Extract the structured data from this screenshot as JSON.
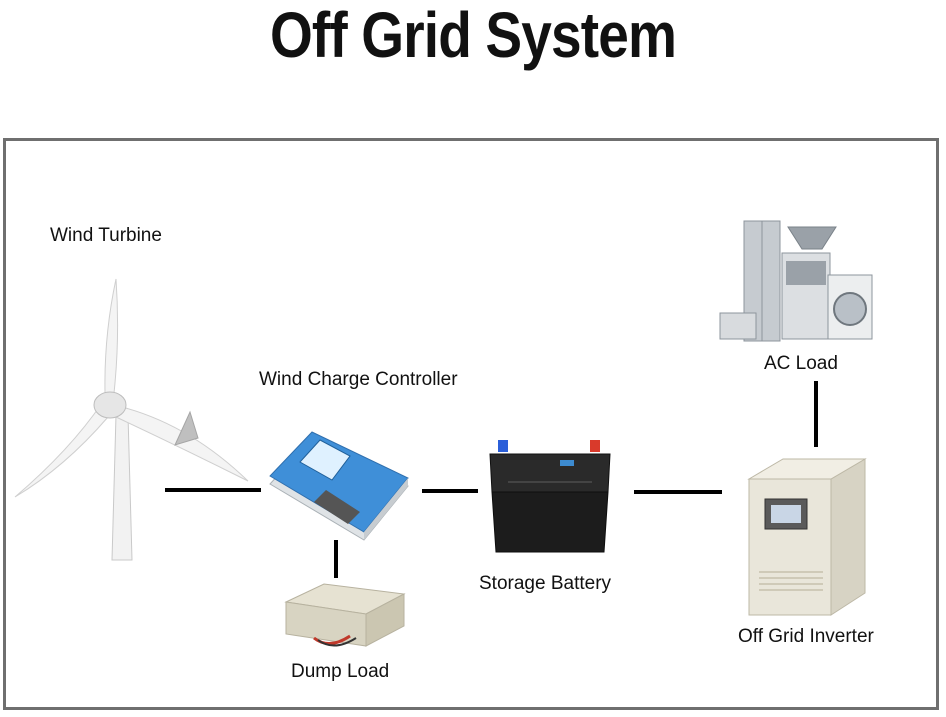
{
  "title": "Off Grid System",
  "nodes": {
    "wind_turbine": "Wind Turbine",
    "wind_charge_controller": "Wind Charge Controller",
    "dump_load": "Dump Load",
    "storage_battery": "Storage Battery",
    "off_grid_inverter": "Off Grid Inverter",
    "ac_load": "AC Load"
  },
  "colors": {
    "frame": "#6f6f6f",
    "controller_blue": "#3f8fd8",
    "battery_body": "#1c1c1c",
    "terminal_positive": "#d93a2b",
    "terminal_negative": "#2b5fd9",
    "inverter_body": "#e9e6da"
  }
}
